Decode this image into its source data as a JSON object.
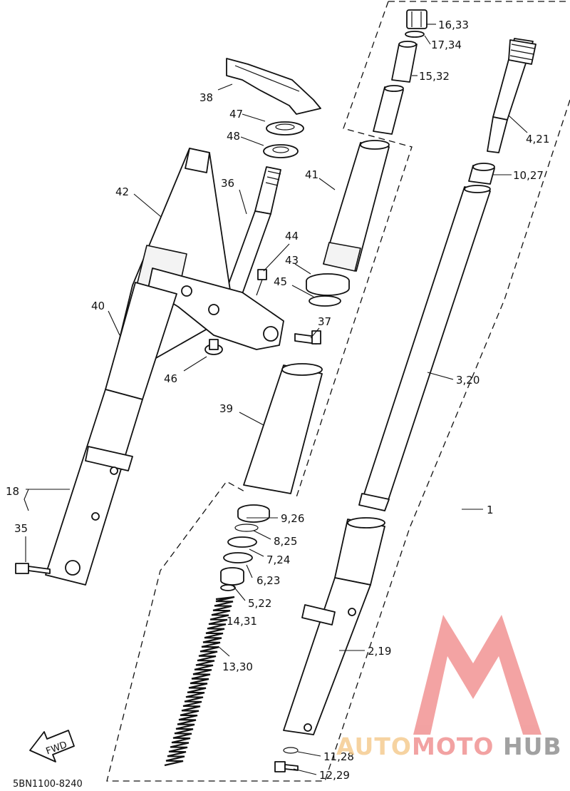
{
  "diagram": {
    "code": "5BN1100-8240",
    "fwd_label": "FWD",
    "callouts": {
      "c1": "1",
      "c2_19": "2,19",
      "c3_20": "3,20",
      "c4_21": "4,21",
      "c5_22": "5,22",
      "c6_23": "6,23",
      "c7_24": "7,24",
      "c8_25": "8,25",
      "c9_26": "9,26",
      "c10_27": "10,27",
      "c11_28": "11,28",
      "c12_29": "12,29",
      "c13_30": "13,30",
      "c14_31": "14,31",
      "c15_32": "15,32",
      "c16_33": "16,33",
      "c17_34": "17,34",
      "c18": "18",
      "c35": "35",
      "c36": "36",
      "c37": "37",
      "c38": "38",
      "c39": "39",
      "c40": "40",
      "c41": "41",
      "c42": "42",
      "c43": "43",
      "c44": "44",
      "c45": "45",
      "c46": "46",
      "c47": "47",
      "c48": "48"
    }
  },
  "watermark": {
    "part1": "AUTO",
    "part2": "MOTO",
    "part3": "HUB",
    "color_light": "#f5c98a",
    "color_brand": "#f08c8c",
    "color_dark": "#8a8a8a"
  }
}
